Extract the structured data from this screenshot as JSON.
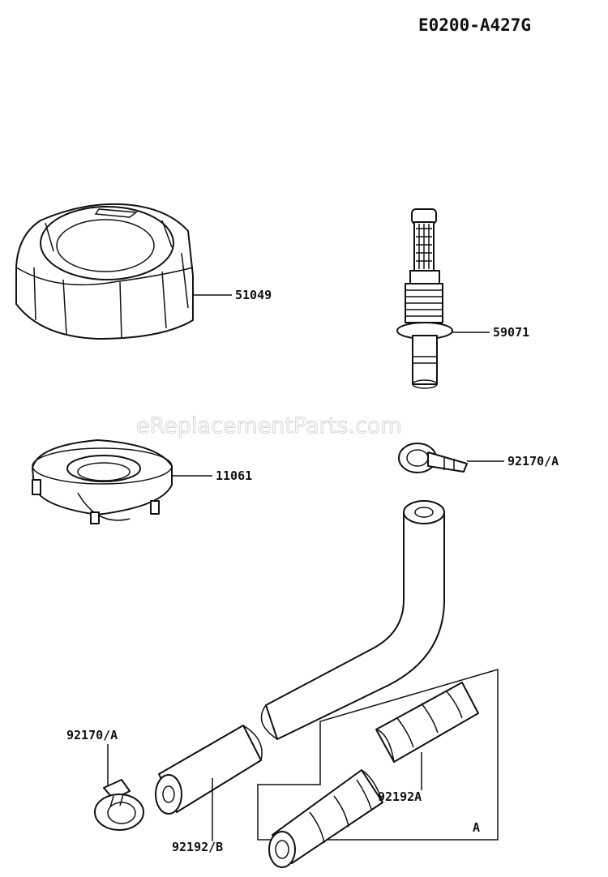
{
  "diagram_code": "E0200-A427G",
  "watermark": "eReplacementParts.com",
  "callouts": {
    "cap": "51049",
    "filter": "59071",
    "clamp_top": "92170/A",
    "gasket": "11061",
    "clamp_left": "92170/A",
    "tube_long": "92192/B",
    "tube_short": "92192A",
    "box_letter": "A"
  }
}
